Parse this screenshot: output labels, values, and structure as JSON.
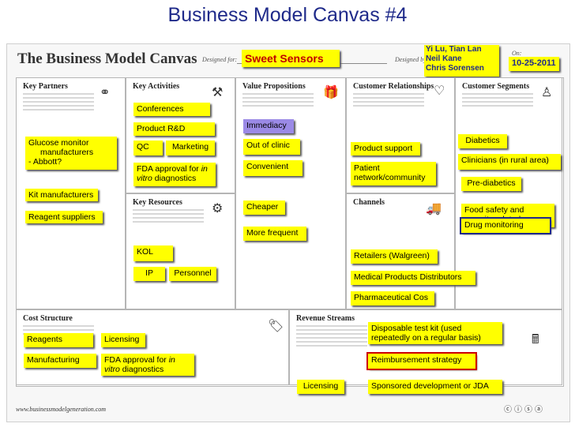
{
  "page": {
    "title": "Business Model Canvas #4",
    "brand": "The Business Model Canvas",
    "designed_for_label": "Designed for:",
    "designed_for_value": "Sweet Sensors",
    "designed_by_label": "Designed by:",
    "designed_by": [
      "Yi Lu, Tian Lan",
      "Neil Kane",
      "Chris Sorensen"
    ],
    "on_label": "On:",
    "date": "10-25-2011",
    "footer": "www.businessmodelgeneration.com"
  },
  "blocks": {
    "key_partners": "Key Partners",
    "key_activities": "Key Activities",
    "key_resources": "Key Resources",
    "value_propositions": "Value Propositions",
    "customer_relationships": "Customer Relationships",
    "channels": "Channels",
    "customer_segments": "Customer Segments",
    "cost_structure": "Cost Structure",
    "revenue_streams": "Revenue Streams"
  },
  "notes": {
    "partners": [
      "Glucose monitor",
      "manufacturers",
      "- Abbott?",
      "Kit manufacturers",
      "Reagent suppliers"
    ],
    "activities": [
      "Conferences",
      "Product R&D",
      "QC",
      "Marketing",
      "FDA approval for ",
      "in",
      "vitro",
      " diagnostics"
    ],
    "resources": [
      "KOL",
      "IP",
      "Personnel"
    ],
    "value": [
      "Immediacy",
      "Out of clinic",
      "Convenient",
      "Cheaper",
      "More frequent"
    ],
    "relationships": [
      "Product support",
      "Patient network/community"
    ],
    "channels": [
      "Retailers (Walgreen)",
      "Medical Products Distributors",
      "Pharmaceutical Cos"
    ],
    "segments": [
      "Diabetics",
      "Clinicians (in rural area)",
      "Pre-diabetics",
      "Food safety and security related",
      "Drug monitoring"
    ],
    "costs": [
      "Reagents",
      "Licensing",
      "Manufacturing",
      "FDA approval for ",
      "in",
      "vitro",
      " diagnostics"
    ],
    "revenue": [
      "Disposable test kit (used repeatedly on a regular basis)",
      "Reimbursement strategy",
      "Licensing",
      "Sponsored development or JDA"
    ]
  }
}
